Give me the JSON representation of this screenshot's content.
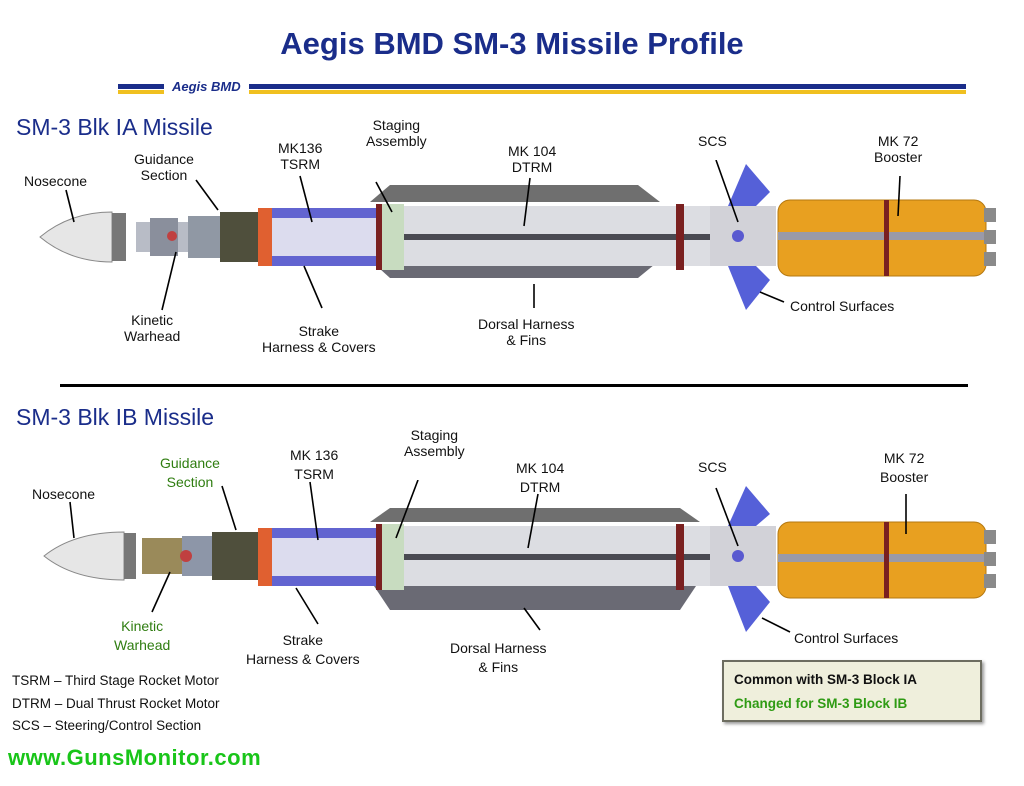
{
  "title": "Aegis BMD SM-3 Missile Profile",
  "header_band_label": "Aegis BMD",
  "block_ia": {
    "title": "SM-3 Blk IA Missile",
    "labels": {
      "nosecone": "Nosecone",
      "guidance_1": "Guidance",
      "guidance_2": "Section",
      "kinetic_1": "Kinetic",
      "kinetic_2": "Warhead",
      "tsrm_1": "MK136",
      "tsrm_2": "TSRM",
      "strake_1": "Strake",
      "strake_2": "Harness & Covers",
      "staging_1": "Staging",
      "staging_2": "Assembly",
      "dtrm_1": "MK 104",
      "dtrm_2": "DTRM",
      "dorsal_1": "Dorsal Harness",
      "dorsal_2": "& Fins",
      "scs": "SCS",
      "booster_1": "MK 72",
      "booster_2": "Booster",
      "control": "Control Surfaces"
    }
  },
  "block_ib": {
    "title": "SM-3 Blk IB Missile",
    "labels": {
      "nosecone": "Nosecone",
      "guidance_1": "Guidance",
      "guidance_2": "Section",
      "kinetic_1": "Kinetic",
      "kinetic_2": "Warhead",
      "tsrm_1": "MK 136",
      "tsrm_2": "TSRM",
      "strake_1": "Strake",
      "strake_2": "Harness & Covers",
      "staging_1": "Staging",
      "staging_2": "Assembly",
      "dtrm_1": "MK 104",
      "dtrm_2": "DTRM",
      "dorsal_1": "Dorsal Harness",
      "dorsal_2": "& Fins",
      "scs": "SCS",
      "booster_1": "MK 72",
      "booster_2": "Booster",
      "control": "Control Surfaces"
    }
  },
  "abbreviations": [
    "TSRM – Third Stage Rocket Motor",
    "DTRM – Dual Thrust Rocket Motor",
    "SCS – Steering/Control Section"
  ],
  "legend": {
    "common": "Common with SM-3 Block IA",
    "changed": "Changed for SM-3 Block IB"
  },
  "footer": "www.GunsMonitor.com",
  "colors": {
    "title_blue": "#1a2d8a",
    "band_gold": "#f0c020",
    "changed_green": "#2f7d10",
    "booster_orange": "#e8a020",
    "tsrm_purple": "#5050c8",
    "fin_blue": "#4a5ad8"
  }
}
